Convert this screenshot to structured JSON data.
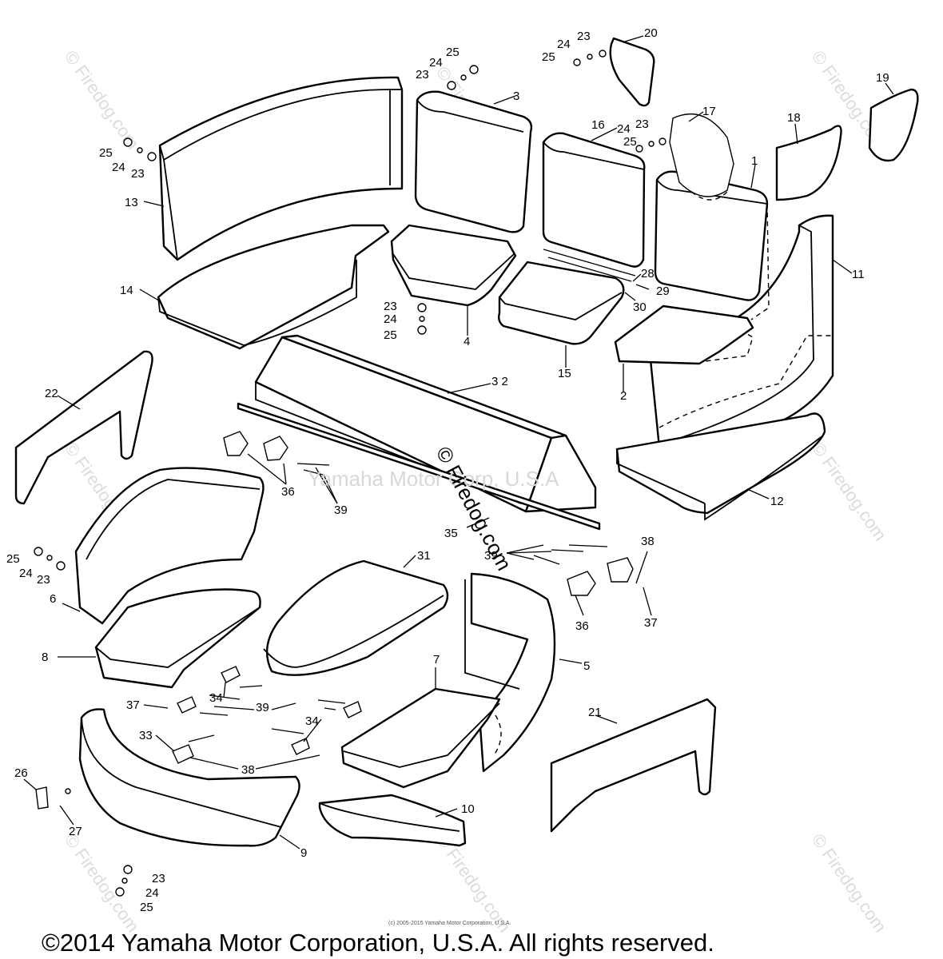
{
  "watermark_brand": "© Firedog.com",
  "watermark_center_faint": "Yamaha Motor Corp, U.S.A",
  "watermark_center_main": "© Firedog.com",
  "small_copyright": "(c) 2005-2015 Yamaha Motor Corporation, U.S.A.",
  "footer_copyright": "©2014 Yamaha Motor Corporation, U.S.A. All rights reserved.",
  "callouts": [
    {
      "id": "c20",
      "text": "20"
    },
    {
      "id": "c23a",
      "text": "23"
    },
    {
      "id": "c24a",
      "text": "24"
    },
    {
      "id": "c25a",
      "text": "25"
    },
    {
      "id": "c25b",
      "text": "25"
    },
    {
      "id": "c24b",
      "text": "24"
    },
    {
      "id": "c23b",
      "text": "23"
    },
    {
      "id": "c3",
      "text": "3"
    },
    {
      "id": "c19",
      "text": "19"
    },
    {
      "id": "c17",
      "text": "17"
    },
    {
      "id": "c18",
      "text": "18"
    },
    {
      "id": "c16",
      "text": "16"
    },
    {
      "id": "c24c",
      "text": "24"
    },
    {
      "id": "c23c",
      "text": "23"
    },
    {
      "id": "c25c",
      "text": "25"
    },
    {
      "id": "c1",
      "text": "1"
    },
    {
      "id": "c25d",
      "text": "25"
    },
    {
      "id": "c24d",
      "text": "24"
    },
    {
      "id": "c23d",
      "text": "23"
    },
    {
      "id": "c13",
      "text": "13"
    },
    {
      "id": "c11",
      "text": "11"
    },
    {
      "id": "c28",
      "text": "28"
    },
    {
      "id": "c29",
      "text": "29"
    },
    {
      "id": "c30",
      "text": "30"
    },
    {
      "id": "c14",
      "text": "14"
    },
    {
      "id": "c23e",
      "text": "23"
    },
    {
      "id": "c24e",
      "text": "24"
    },
    {
      "id": "c25e",
      "text": "25"
    },
    {
      "id": "c4",
      "text": "4"
    },
    {
      "id": "c15",
      "text": "15"
    },
    {
      "id": "c2",
      "text": "2"
    },
    {
      "id": "c32",
      "text": "3 2"
    },
    {
      "id": "c22",
      "text": "22"
    },
    {
      "id": "c36a",
      "text": "36"
    },
    {
      "id": "c39a",
      "text": "39"
    },
    {
      "id": "c12",
      "text": "12"
    },
    {
      "id": "c35",
      "text": "35"
    },
    {
      "id": "c38a",
      "text": "38"
    },
    {
      "id": "c39b",
      "text": "39"
    },
    {
      "id": "c25f",
      "text": "25"
    },
    {
      "id": "c24f",
      "text": "24"
    },
    {
      "id": "c23f",
      "text": "23"
    },
    {
      "id": "c31",
      "text": "31"
    },
    {
      "id": "c6",
      "text": "6"
    },
    {
      "id": "c36b",
      "text": "36"
    },
    {
      "id": "c37a",
      "text": "37"
    },
    {
      "id": "c5",
      "text": "5"
    },
    {
      "id": "c8",
      "text": "8"
    },
    {
      "id": "c7",
      "text": "7"
    },
    {
      "id": "c34a",
      "text": "34"
    },
    {
      "id": "c37b",
      "text": "37"
    },
    {
      "id": "c39c",
      "text": "39"
    },
    {
      "id": "c34b",
      "text": "34"
    },
    {
      "id": "c21",
      "text": "21"
    },
    {
      "id": "c33",
      "text": "33"
    },
    {
      "id": "c38b",
      "text": "38"
    },
    {
      "id": "c26",
      "text": "26"
    },
    {
      "id": "c27",
      "text": "27"
    },
    {
      "id": "c10",
      "text": "10"
    },
    {
      "id": "c9",
      "text": "9"
    },
    {
      "id": "c23g",
      "text": "23"
    },
    {
      "id": "c24g",
      "text": "24"
    },
    {
      "id": "c25g",
      "text": "25"
    }
  ]
}
